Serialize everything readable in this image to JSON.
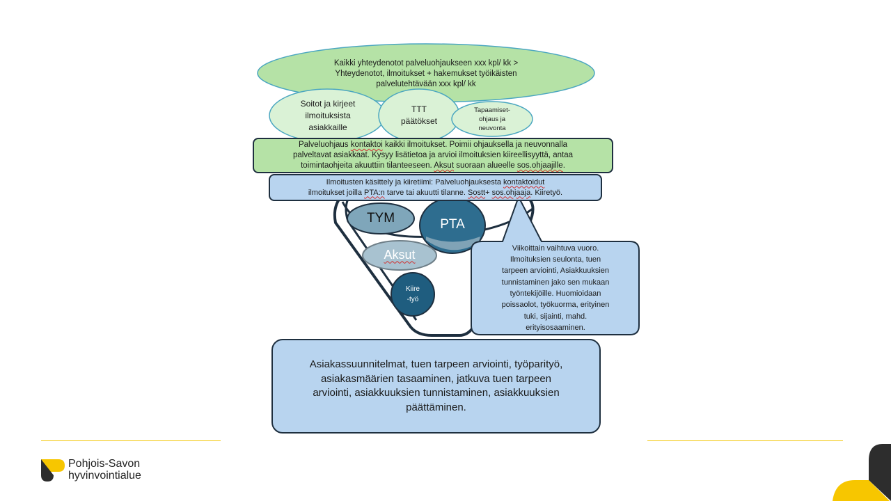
{
  "top_ellipse": {
    "line1": "Kaikki yhteydenotot palveluohjaukseen xxx kpl/ kk >",
    "line2": "Yhteydenotot, ilmoitukset + hakemukset työikäisten",
    "line3": "palvelutehtävään xxx kpl/ kk"
  },
  "sub_ellipses": [
    {
      "lines": [
        "Soitot ja kirjeet",
        "ilmoituksista",
        "asiakkaille"
      ]
    },
    {
      "lines": [
        "TTT",
        "päätökset"
      ]
    },
    {
      "lines": [
        "Tapaamiset-",
        "ohjaus ja",
        "neuvonta"
      ]
    }
  ],
  "green_box": {
    "line1_a": "Palveluohjaus ",
    "line1_b": "kontaktoi",
    "line1_c": " kaikki ilmoitukset. Poimii ohjauksella ja neuvonnalla",
    "line2": "palveltavat asiakkaat. Kysyy lisätietoa ja arvioi ilmoituksien kiireellisyyttä, antaa",
    "line3_a": "toimintaohjeita akuuttiin tilanteeseen. ",
    "line3_b": "Aksut",
    "line3_c": " suoraan alueelle ",
    "line3_d": "sos.ohjaajille",
    "line3_e": "."
  },
  "blue_bar": {
    "line1_a": "Ilmoitusten käsittely ja kiiretiimi: Palveluohjauksesta ",
    "line1_b": "kontaktoidut",
    "line2_a": "ilmoitukset joilla ",
    "line2_b": "PTA:n",
    "line2_c": " tarve tai akuutti tilanne. ",
    "line2_d": "Sostt",
    "line2_e": "+ ",
    "line2_f": "sos.ohjaaja",
    "line2_g": ". Kiiretyö."
  },
  "funnel_items": {
    "tym": "TYM",
    "pta": "PTA",
    "aksut": "Aksut",
    "kiire_line1": "Kiire",
    "kiire_line2": "-työ"
  },
  "callout": {
    "lines": [
      "Viikoittain vaihtuva vuoro.",
      "Ilmoituksien seulonta, tuen",
      "tarpeen arviointi, Asiakkuuksien",
      "tunnistaminen jako sen mukaan",
      "työntekijöille. Huomioidaan",
      "poissaolot, työkuorma, erityinen",
      "tuki, sijainti, mahd.",
      "erityisosaaminen."
    ]
  },
  "bottom_box": {
    "lines": [
      "Asiakassuunnitelmat, tuen tarpeen arviointi, työparityö,",
      "asiakasmäärien tasaaminen, jatkuva tuen tarpeen",
      "arviointi, asiakkuuksien tunnistaminen, asiakkuuksien",
      "päättäminen."
    ]
  },
  "footer": {
    "logo_line1": "Pohjois-Savon",
    "logo_line2": "hyvinvointialue"
  },
  "colors": {
    "green_fill": "#b5e2a6",
    "light_green_fill": "#daf2d6",
    "teal_outline": "#4aa6c0",
    "light_blue_fill": "#b8d4ef",
    "dark_teal": "#1f5d7f",
    "mid_teal": "#2e6d8f",
    "grey_blue": "#7fa6ba",
    "pale_blue": "#a8c2d0",
    "outline": "#1e2f3f",
    "brand_yellow": "#f7c600",
    "brand_dark": "#2d2d2d"
  }
}
